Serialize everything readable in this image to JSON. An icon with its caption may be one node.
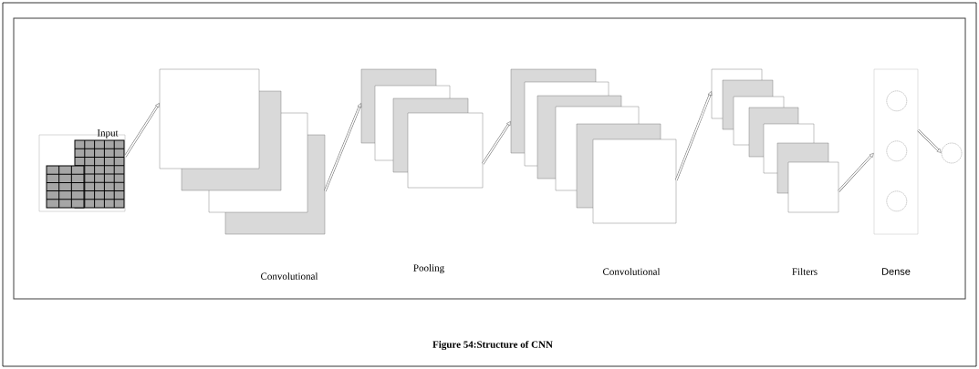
{
  "diagram": {
    "caption": "Figure 54:Structure of CNN",
    "nodes": [
      {
        "text": [
          "Input"
        ]
      },
      {
        "text": [
          "Convolutional"
        ]
      },
      {
        "text": [
          "Pooling"
        ]
      },
      {
        "text": [
          "Convolutional"
        ]
      },
      {
        "text": [
          "Filters"
        ]
      },
      {
        "text": [
          "Dense"
        ]
      },
      {
        "text": [],
        "shape": "circle",
        "in": 5
      },
      {
        "text": [],
        "shape": "circle",
        "in": 5
      },
      {
        "text": [],
        "shape": "circle",
        "in": 5
      },
      {
        "text": [],
        "shape": "circle"
      }
    ],
    "edges": [
      {
        "from": 0,
        "to": 1,
        "arrow": "to"
      },
      {
        "from": 1,
        "to": 2,
        "arrow": "to"
      },
      {
        "from": 2,
        "to": 3,
        "arrow": "to"
      },
      {
        "from": 3,
        "to": 4,
        "arrow": "to"
      },
      {
        "from": 4,
        "to": 5,
        "arrow": "to"
      },
      {
        "from": 5,
        "to": 9,
        "arrow": "to"
      }
    ]
  }
}
